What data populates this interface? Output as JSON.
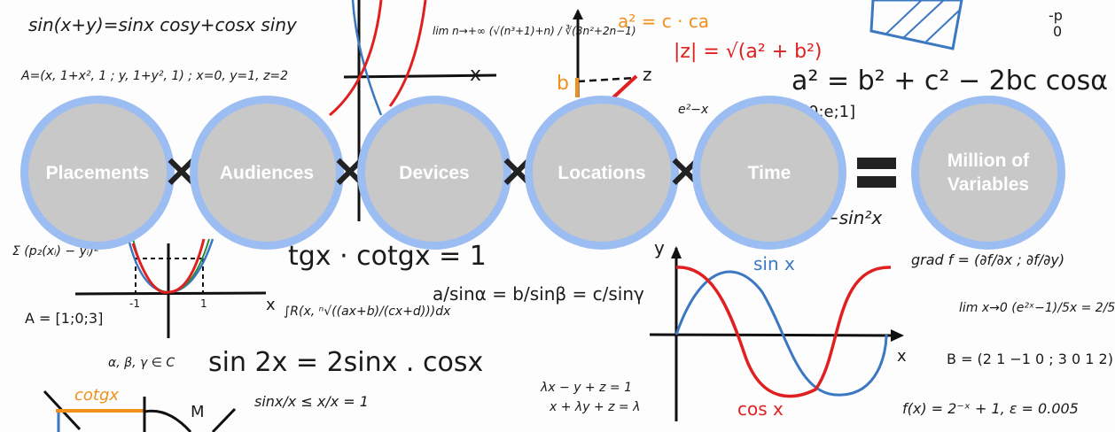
{
  "diagram": {
    "type": "multiplication-equation",
    "factors": [
      {
        "label": "Placements"
      },
      {
        "label": "Audiences"
      },
      {
        "label": "Devices"
      },
      {
        "label": "Locations"
      },
      {
        "label": "Time"
      }
    ],
    "operator": "×",
    "equals": "=",
    "result": {
      "line1": "Million of",
      "line2": "Variables"
    },
    "colors": {
      "circle_fill": "#c9c8c8",
      "circle_border": "#9cbdf2",
      "circle_text": "#ffffff",
      "operator": "#222222",
      "background": "#fdfdfd"
    }
  },
  "background_formulas": {
    "f1": "sin(x+y)=sinx cosy+cosx siny",
    "f2": "A=(x, 1+x², 1 ; y, 1+y², 1) ; x=0, y=1, z=2",
    "f3": "lim n→+∞ (√(n³+1)+n) / ∛(3n²+2n−1)",
    "f4": "a² = c · ca",
    "f5": "|z| = √(a² + b²)",
    "f6": "a² = b² + c² − 2bc cosα",
    "f7": "[0;e;1]",
    "f8": "Σ (p₂(xᵢ) − yᵢ)²",
    "f9": "A = [1;0;3]",
    "f10": "tgx · cotgx = 1",
    "f11": "a/sinα = b/sinβ = c/sinγ",
    "f12": "∫R(x, ⁿ√((ax+b)/(cx+d)))dx",
    "f13": "α, β, γ ∈ C",
    "f14": "sin 2x = 2sinx . cosx",
    "f15": "sinx/x ≤ x/x = 1",
    "f16": "λx − y + z = 1",
    "f17": "x + λy + z = λ",
    "f18": "grad f = (∂f/∂x ; ∂f/∂y)",
    "f19": "lim x→0 (e²ˣ−1)/5x = 2/5",
    "f20": "B = (2 1 −1 0 ; 3 0 1 2)",
    "f21": "f(x) = 2⁻ˣ + 1, ε = 0.005",
    "f22": "cotgx",
    "f23": "sin x",
    "f24": "cos x",
    "f25": "−sin²x",
    "f26": "e²−x",
    "f27": "-p",
    "f28": "0",
    "x_label": "x",
    "y_label": "y",
    "z_label": "z",
    "b_label": "b",
    "m_label": "M",
    "neg1": "-1",
    "pos1": "1"
  }
}
